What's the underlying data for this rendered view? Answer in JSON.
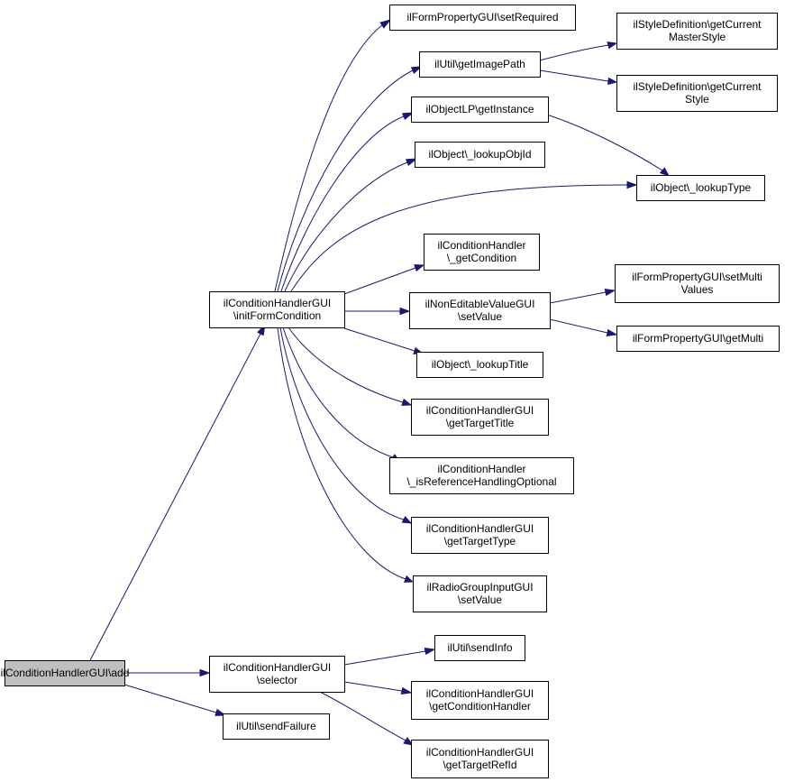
{
  "nodes": {
    "add": [
      "ilConditionHandlerGUI\\add"
    ],
    "initFormCondition": [
      "ilConditionHandlerGUI",
      "\\initFormCondition"
    ],
    "selector": [
      "ilConditionHandlerGUI",
      "\\selector"
    ],
    "sendFailure": [
      "ilUtil\\sendFailure"
    ],
    "setRequired": [
      "ilFormPropertyGUI\\setRequired"
    ],
    "getImagePath": [
      "ilUtil\\getImagePath"
    ],
    "getInstance": [
      "ilObjectLP\\getInstance"
    ],
    "lookupObjId": [
      "ilObject\\_lookupObjId"
    ],
    "lookupType": [
      "ilObject\\_lookupType"
    ],
    "getCondition": [
      "ilConditionHandler",
      "\\_getCondition"
    ],
    "nevSetValue": [
      "ilNonEditableValueGUI",
      "\\setValue"
    ],
    "lookupTitle": [
      "ilObject\\_lookupTitle"
    ],
    "getTargetTitle": [
      "ilConditionHandlerGUI",
      "\\getTargetTitle"
    ],
    "isRefOptional": [
      "ilConditionHandler",
      "\\_isReferenceHandlingOptional"
    ],
    "getTargetType": [
      "ilConditionHandlerGUI",
      "\\getTargetType"
    ],
    "radioSetValue": [
      "ilRadioGroupInputGUI",
      "\\setValue"
    ],
    "getCurrentMasterStyle": [
      "ilStyleDefinition\\getCurrent",
      "MasterStyle"
    ],
    "getCurrentStyle": [
      "ilStyleDefinition\\getCurrent",
      "Style"
    ],
    "setMultiValues": [
      "ilFormPropertyGUI\\setMulti",
      "Values"
    ],
    "getMulti": [
      "ilFormPropertyGUI\\getMulti"
    ],
    "sendInfo": [
      "ilUtil\\sendInfo"
    ],
    "getConditionHandler": [
      "ilConditionHandlerGUI",
      "\\getConditionHandler"
    ],
    "getTargetRefId": [
      "ilConditionHandlerGUI",
      "\\getTargetRefId"
    ]
  },
  "edges": [
    [
      "add",
      "initFormCondition"
    ],
    [
      "add",
      "selector"
    ],
    [
      "add",
      "sendFailure"
    ],
    [
      "initFormCondition",
      "setRequired"
    ],
    [
      "initFormCondition",
      "getImagePath"
    ],
    [
      "initFormCondition",
      "getInstance"
    ],
    [
      "initFormCondition",
      "lookupObjId"
    ],
    [
      "initFormCondition",
      "lookupType"
    ],
    [
      "initFormCondition",
      "getCondition"
    ],
    [
      "initFormCondition",
      "nevSetValue"
    ],
    [
      "initFormCondition",
      "lookupTitle"
    ],
    [
      "initFormCondition",
      "getTargetTitle"
    ],
    [
      "initFormCondition",
      "isRefOptional"
    ],
    [
      "initFormCondition",
      "getTargetType"
    ],
    [
      "initFormCondition",
      "radioSetValue"
    ],
    [
      "getImagePath",
      "getCurrentMasterStyle"
    ],
    [
      "getImagePath",
      "getCurrentStyle"
    ],
    [
      "getInstance",
      "lookupType"
    ],
    [
      "nevSetValue",
      "setMultiValues"
    ],
    [
      "nevSetValue",
      "getMulti"
    ],
    [
      "selector",
      "sendInfo"
    ],
    [
      "selector",
      "getConditionHandler"
    ],
    [
      "selector",
      "getTargetRefId"
    ]
  ],
  "colors": {
    "edge": "#191970",
    "root_fill": "#bfbfbf",
    "node_fill": "#ffffff",
    "node_border": "#000000"
  }
}
